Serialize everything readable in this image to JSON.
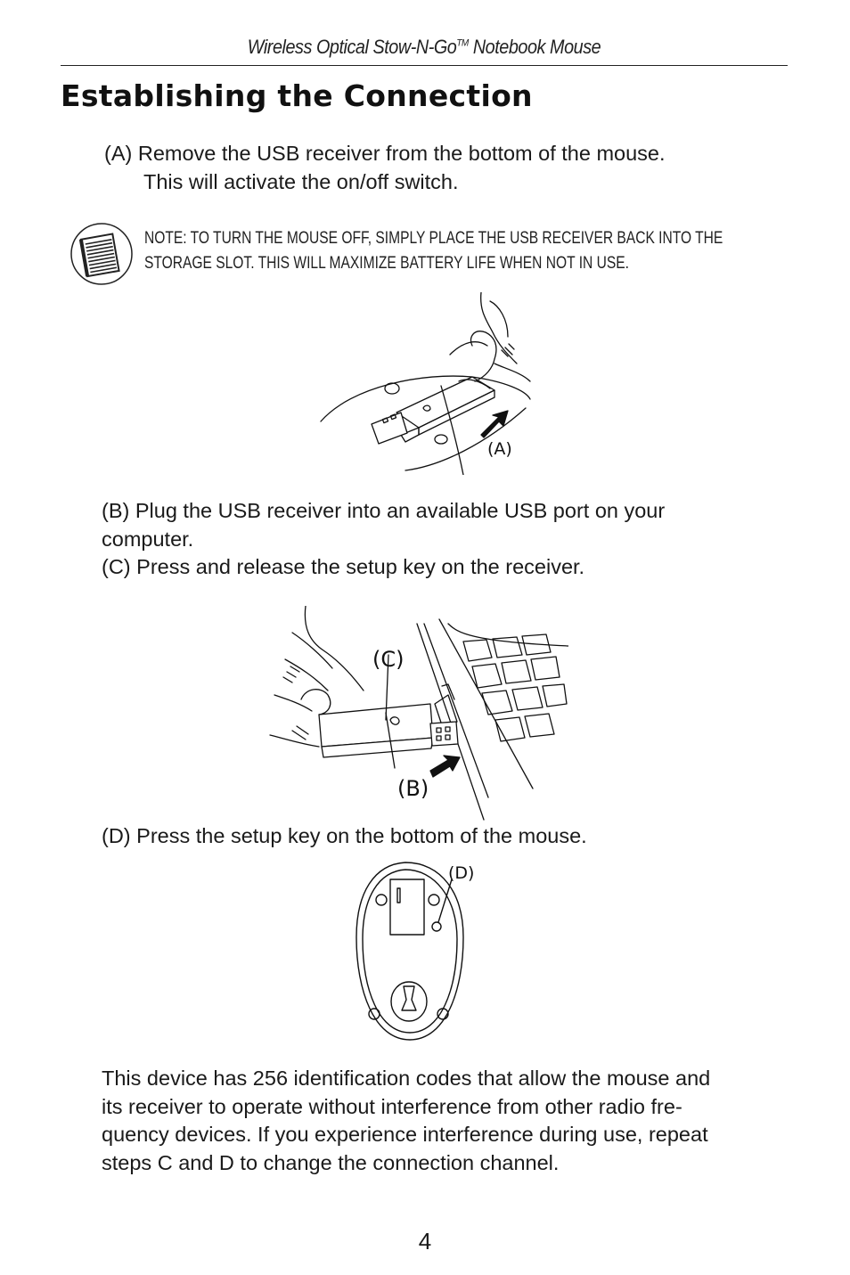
{
  "header": {
    "title_main": "Wireless Optical Stow-N-Go",
    "title_tm": "TM",
    "title_tail": " Notebook Mouse"
  },
  "section": {
    "heading": "Establishing the Connection"
  },
  "steps": {
    "a_line1": "(A) Remove the USB receiver from the bottom of the mouse.",
    "a_line2": "This will activate the on/off switch.",
    "note_line1": "NOTE: TO TURN THE MOUSE OFF, SIMPLY PLACE THE USB RECEIVER BACK INTO THE",
    "note_line2": "STORAGE SLOT.  THIS WILL MAXIMIZE BATTERY LIFE WHEN NOT IN USE.",
    "b_line1": "(B) Plug the USB receiver into an available USB port on your",
    "b_line2": "computer.",
    "c_line": "(C) Press and release the setup key on the receiver.",
    "d_line": "(D) Press the setup key on the bottom of the mouse."
  },
  "figures": {
    "fig1_label": "(A)",
    "fig2_label_c": "(C)",
    "fig2_label_b": "(B)",
    "fig3_label": "(D)"
  },
  "paragraph": {
    "line1": "This device has 256 identification codes that allow the mouse and",
    "line2": "its receiver to operate without interference from other radio fre-",
    "line3": "quency devices. If you experience interference during use, repeat",
    "line4": "steps C and D to change the connection channel."
  },
  "footer": {
    "page_number": "4"
  }
}
